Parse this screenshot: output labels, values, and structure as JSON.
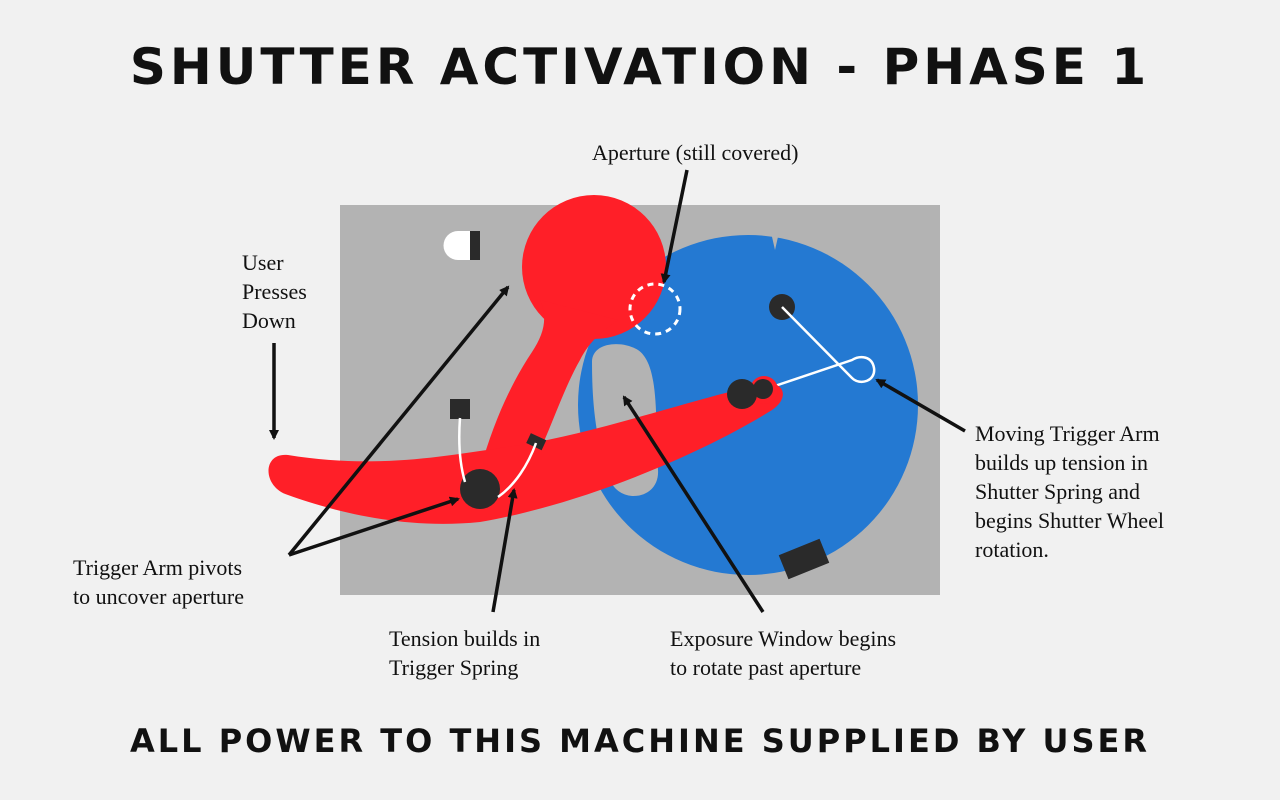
{
  "title": "SHUTTER ACTIVATION - PHASE 1",
  "footer": "ALL POWER TO THIS MACHINE SUPPLIED BY USER",
  "labels": {
    "aperture": "Aperture (still covered)",
    "user_presses": [
      "User",
      "Presses",
      "Down"
    ],
    "trigger_arm_pivots": [
      "Trigger Arm pivots",
      "to uncover aperture"
    ],
    "tension_builds": [
      "Tension builds in",
      "Trigger Spring"
    ],
    "exposure_window": [
      "Exposure Window begins",
      "to rotate past aperture"
    ],
    "moving_trigger_arm": [
      "Moving Trigger Arm",
      "builds up tension in",
      "Shutter Spring and",
      "begins Shutter Wheel",
      "rotation."
    ]
  },
  "colors": {
    "background": "#f1f1f1",
    "housing": "#b3b3b3",
    "trigger_arm": "#ff1f28",
    "shutter_wheel": "#2479d2",
    "dark_parts": "#2a2a2a",
    "spring": "#ffffff",
    "text": "#111111"
  }
}
